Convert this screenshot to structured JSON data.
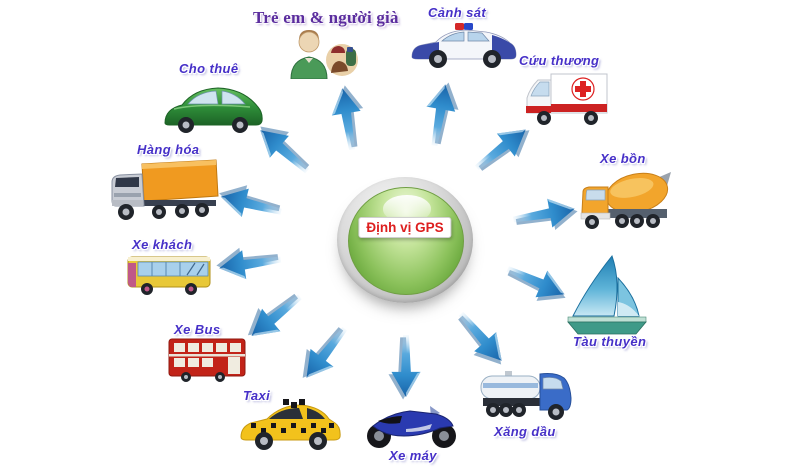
{
  "center": {
    "label": "Định vị GPS",
    "text_color": "#dd1f1f",
    "button_color": "#7ab84a",
    "ring_color": "#bdbdbd"
  },
  "nodes": [
    {
      "id": "tre-em",
      "label": "Trẻ em & người già",
      "icon": "people-icon"
    },
    {
      "id": "canh-sat",
      "label": "Cảnh sát",
      "icon": "police-car-icon"
    },
    {
      "id": "cuu-thuong",
      "label": "Cứu thương",
      "icon": "ambulance-icon"
    },
    {
      "id": "xe-bon",
      "label": "Xe bồn",
      "icon": "mixer-truck-icon"
    },
    {
      "id": "tau-thuyen",
      "label": "Tàu thuyền",
      "icon": "sailboat-icon"
    },
    {
      "id": "xang-dau",
      "label": "Xăng dầu",
      "icon": "fuel-truck-icon"
    },
    {
      "id": "xe-may",
      "label": "Xe máy",
      "icon": "motorbike-icon"
    },
    {
      "id": "taxi",
      "label": "Taxi",
      "icon": "taxi-icon"
    },
    {
      "id": "xe-bus",
      "label": "Xe Bus",
      "icon": "double-decker-bus-icon"
    },
    {
      "id": "xe-khach",
      "label": "Xe khách",
      "icon": "city-bus-icon"
    },
    {
      "id": "hang-hoa",
      "label": "Hàng hóa",
      "icon": "cargo-truck-icon"
    },
    {
      "id": "cho-thue",
      "label": "Cho thuê",
      "icon": "green-car-icon"
    }
  ],
  "colors": {
    "arrow_blue": "#2f8ccc",
    "arrow_dark": "#1963a8",
    "label_purple": "#4630c8",
    "title_purple": "#5b2d9e"
  }
}
